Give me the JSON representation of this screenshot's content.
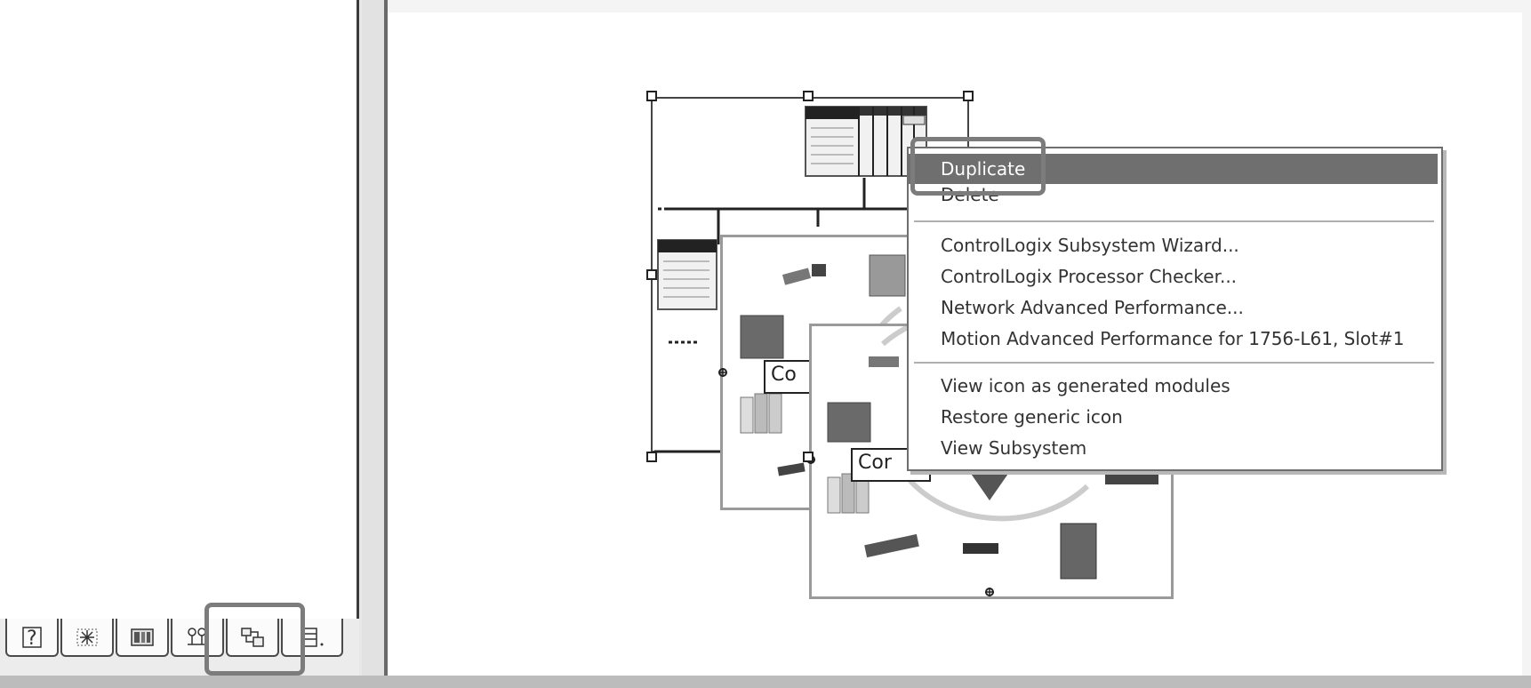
{
  "window": {
    "left_tabs": [
      {
        "name": "help-tab",
        "icon": "question-icon"
      },
      {
        "name": "sparkle-tab",
        "icon": "sparkle-icon"
      },
      {
        "name": "module-tab",
        "icon": "module-icon"
      },
      {
        "name": "network-tab",
        "icon": "network-icon"
      },
      {
        "name": "system-tab",
        "icon": "system-icon",
        "highlighted": true
      },
      {
        "name": "chassis-tab",
        "icon": "chassis-icon"
      }
    ]
  },
  "diagram": {
    "card1_label": "Co",
    "card2_label": "Cor"
  },
  "context_menu": {
    "items": [
      {
        "label": "Duplicate",
        "active": true
      },
      {
        "label": "Delete"
      },
      {
        "separator": true
      },
      {
        "label": "ControlLogix Subsystem Wizard..."
      },
      {
        "label": "ControlLogix Processor Checker..."
      },
      {
        "label": "Network Advanced Performance..."
      },
      {
        "label": "Motion Advanced Performance for 1756-L61, Slot#1"
      },
      {
        "separator": true
      },
      {
        "label": "View icon as generated modules"
      },
      {
        "label": "Restore generic icon"
      },
      {
        "label": "View Subsystem"
      }
    ]
  },
  "colors": {
    "menu_highlight": "#6f6f6f",
    "highlight_ring": "#7c7c7c"
  }
}
